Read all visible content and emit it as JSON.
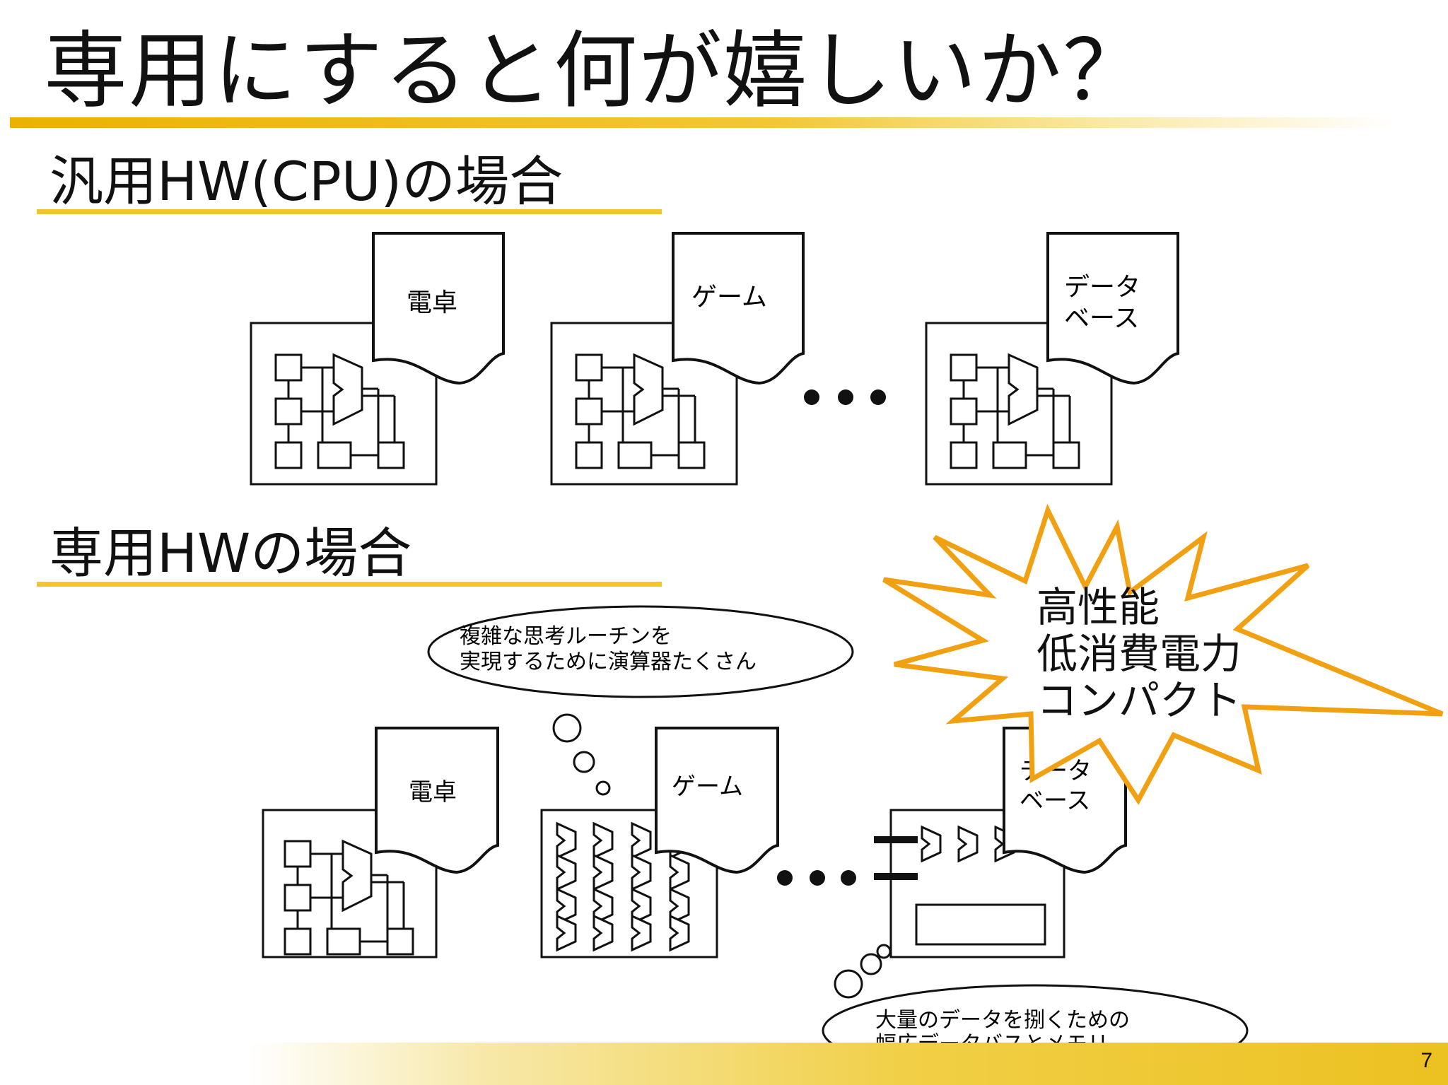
{
  "slide": {
    "title": "専用にすると何が嬉しいか？",
    "page_number": "7"
  },
  "general_section": {
    "heading": "汎用HW(CPU)の場合",
    "apps": [
      "電卓",
      "ゲーム",
      "データ\nベース"
    ],
    "ellipsis": "•••"
  },
  "dedicated_section": {
    "heading": "専用HWの場合",
    "apps": [
      "電卓",
      "ゲーム",
      "データ\nベース"
    ],
    "ellipsis": "•••",
    "thought_game": "複雑な思考ルーチンを\n実現するために演算器たくさん",
    "thought_db": "大量のデータを捌くための\n幅広データバスとメモリ"
  },
  "benefits": {
    "lines": [
      "高性能",
      "低消費電力",
      "コンパクト"
    ],
    "burst_color": "#f0a010"
  },
  "colors": {
    "accent": "#f2c52a",
    "line": "#111111"
  }
}
